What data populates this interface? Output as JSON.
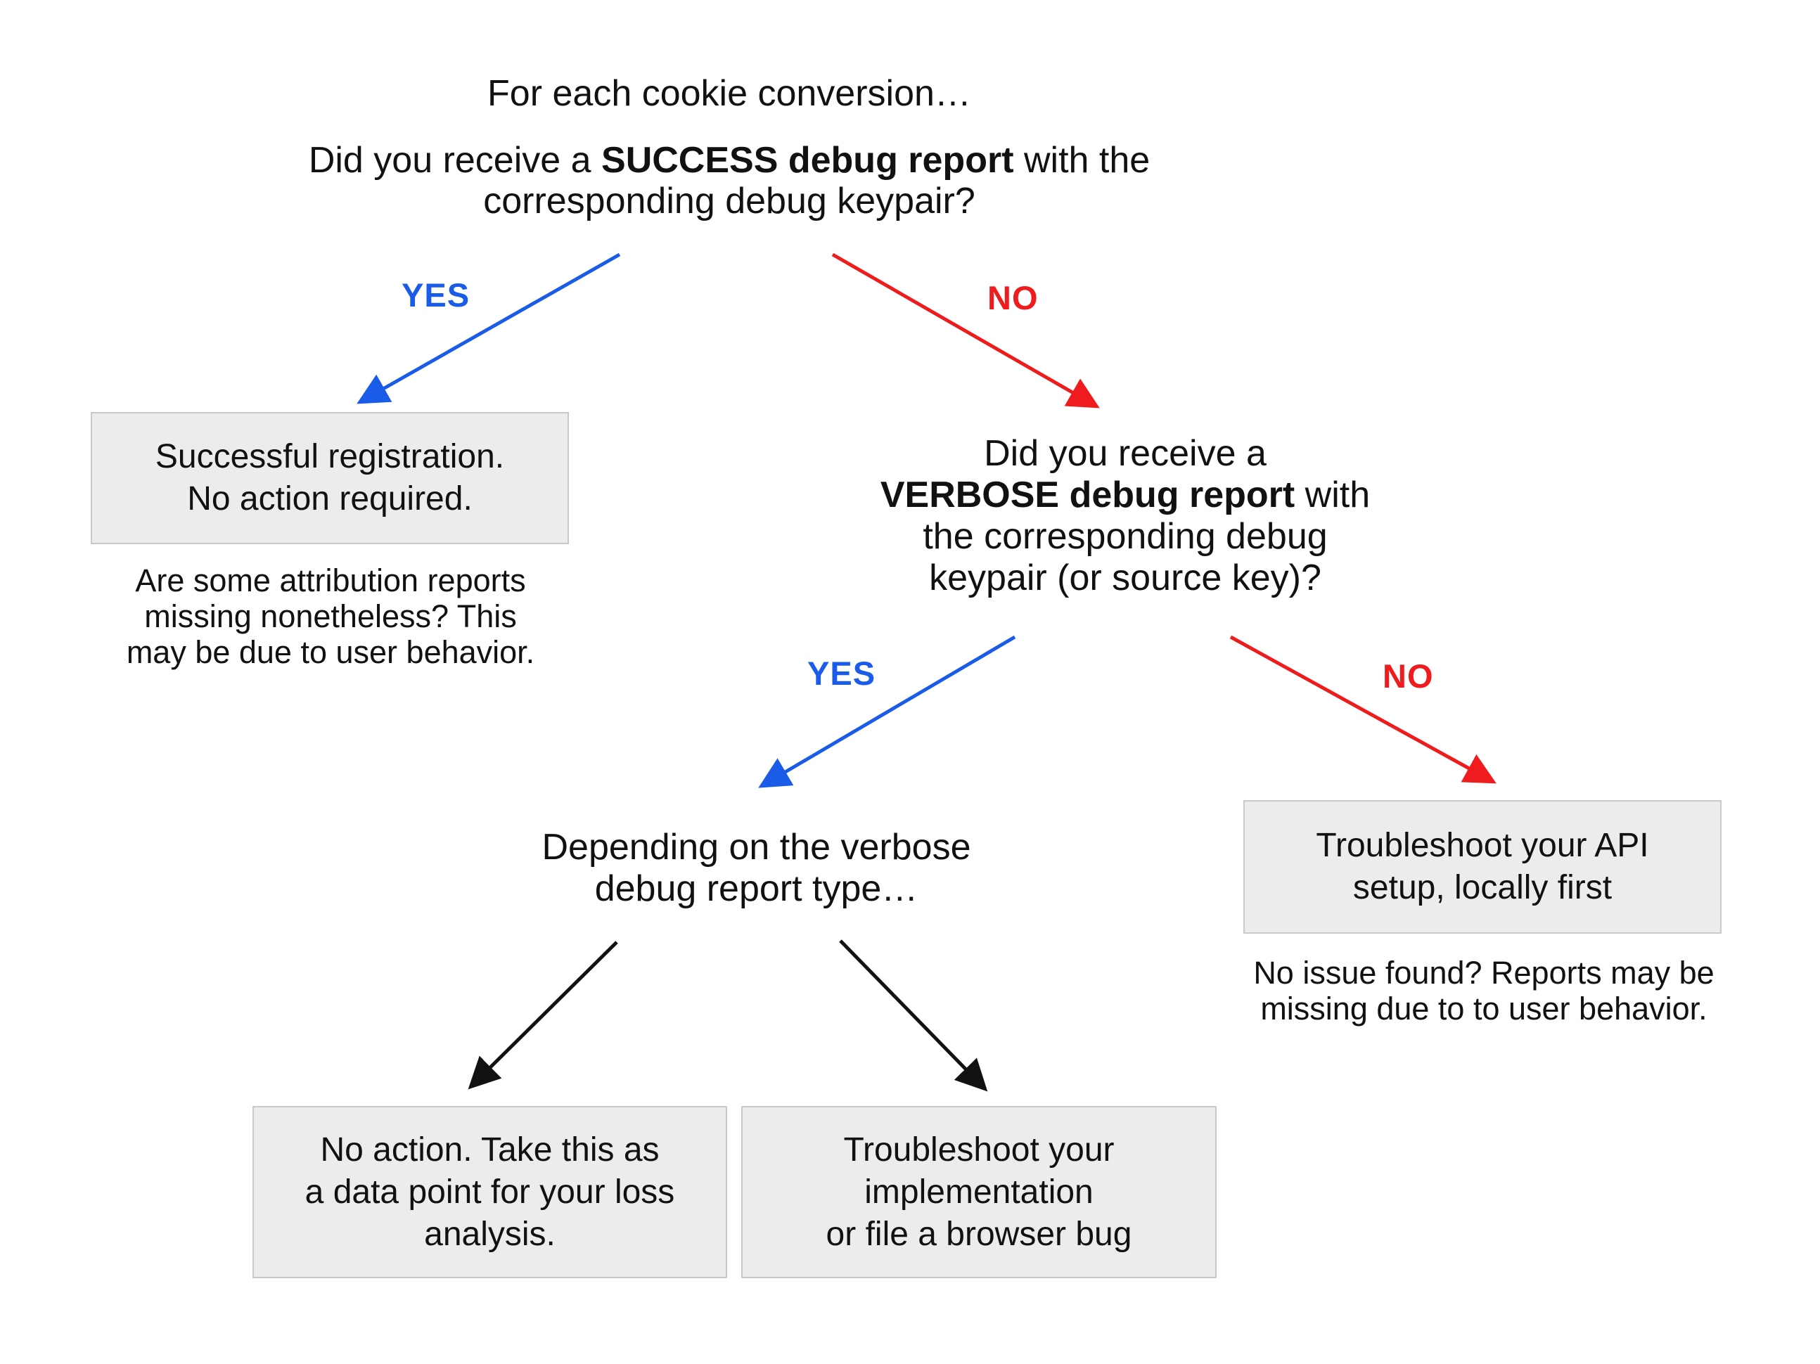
{
  "colors": {
    "blue": "#1a5ce8",
    "red": "#ee1c1c",
    "black": "#111111",
    "box_fill": "#ececec",
    "box_border": "#c9c9c9",
    "text": "#111111"
  },
  "root_question": {
    "intro": "For each cookie conversion…",
    "line1_pre": "Did you receive a ",
    "line1_bold": "SUCCESS debug report",
    "line1_post": " with the",
    "line2": "corresponding debug keypair?"
  },
  "branch1": {
    "yes": "YES",
    "no": "NO"
  },
  "success_box": {
    "lines": [
      "Successful registration.",
      "No action required."
    ]
  },
  "success_note": {
    "lines": [
      "Are some attribution reports",
      "missing nonetheless? This",
      "may be due to user behavior."
    ]
  },
  "verbose_question": {
    "line1": "Did you receive a",
    "line2_bold": "VERBOSE debug report",
    "line2_post": " with",
    "line3": "the corresponding debug",
    "line4": "keypair (or source key)?"
  },
  "branch2": {
    "yes": "YES",
    "no": "NO"
  },
  "depending": {
    "lines": [
      "Depending on the verbose",
      "debug report type…"
    ]
  },
  "api_box": {
    "lines": [
      "Troubleshoot your API",
      "setup, locally first"
    ]
  },
  "api_note": {
    "lines": [
      "No issue found? Reports may be",
      "missing due to to user behavior."
    ]
  },
  "loss_box": {
    "lines": [
      "No action. Take this as",
      "a data point for your loss",
      "analysis."
    ]
  },
  "impl_box": {
    "lines": [
      "Troubleshoot your",
      "implementation",
      "or file a browser bug"
    ]
  }
}
